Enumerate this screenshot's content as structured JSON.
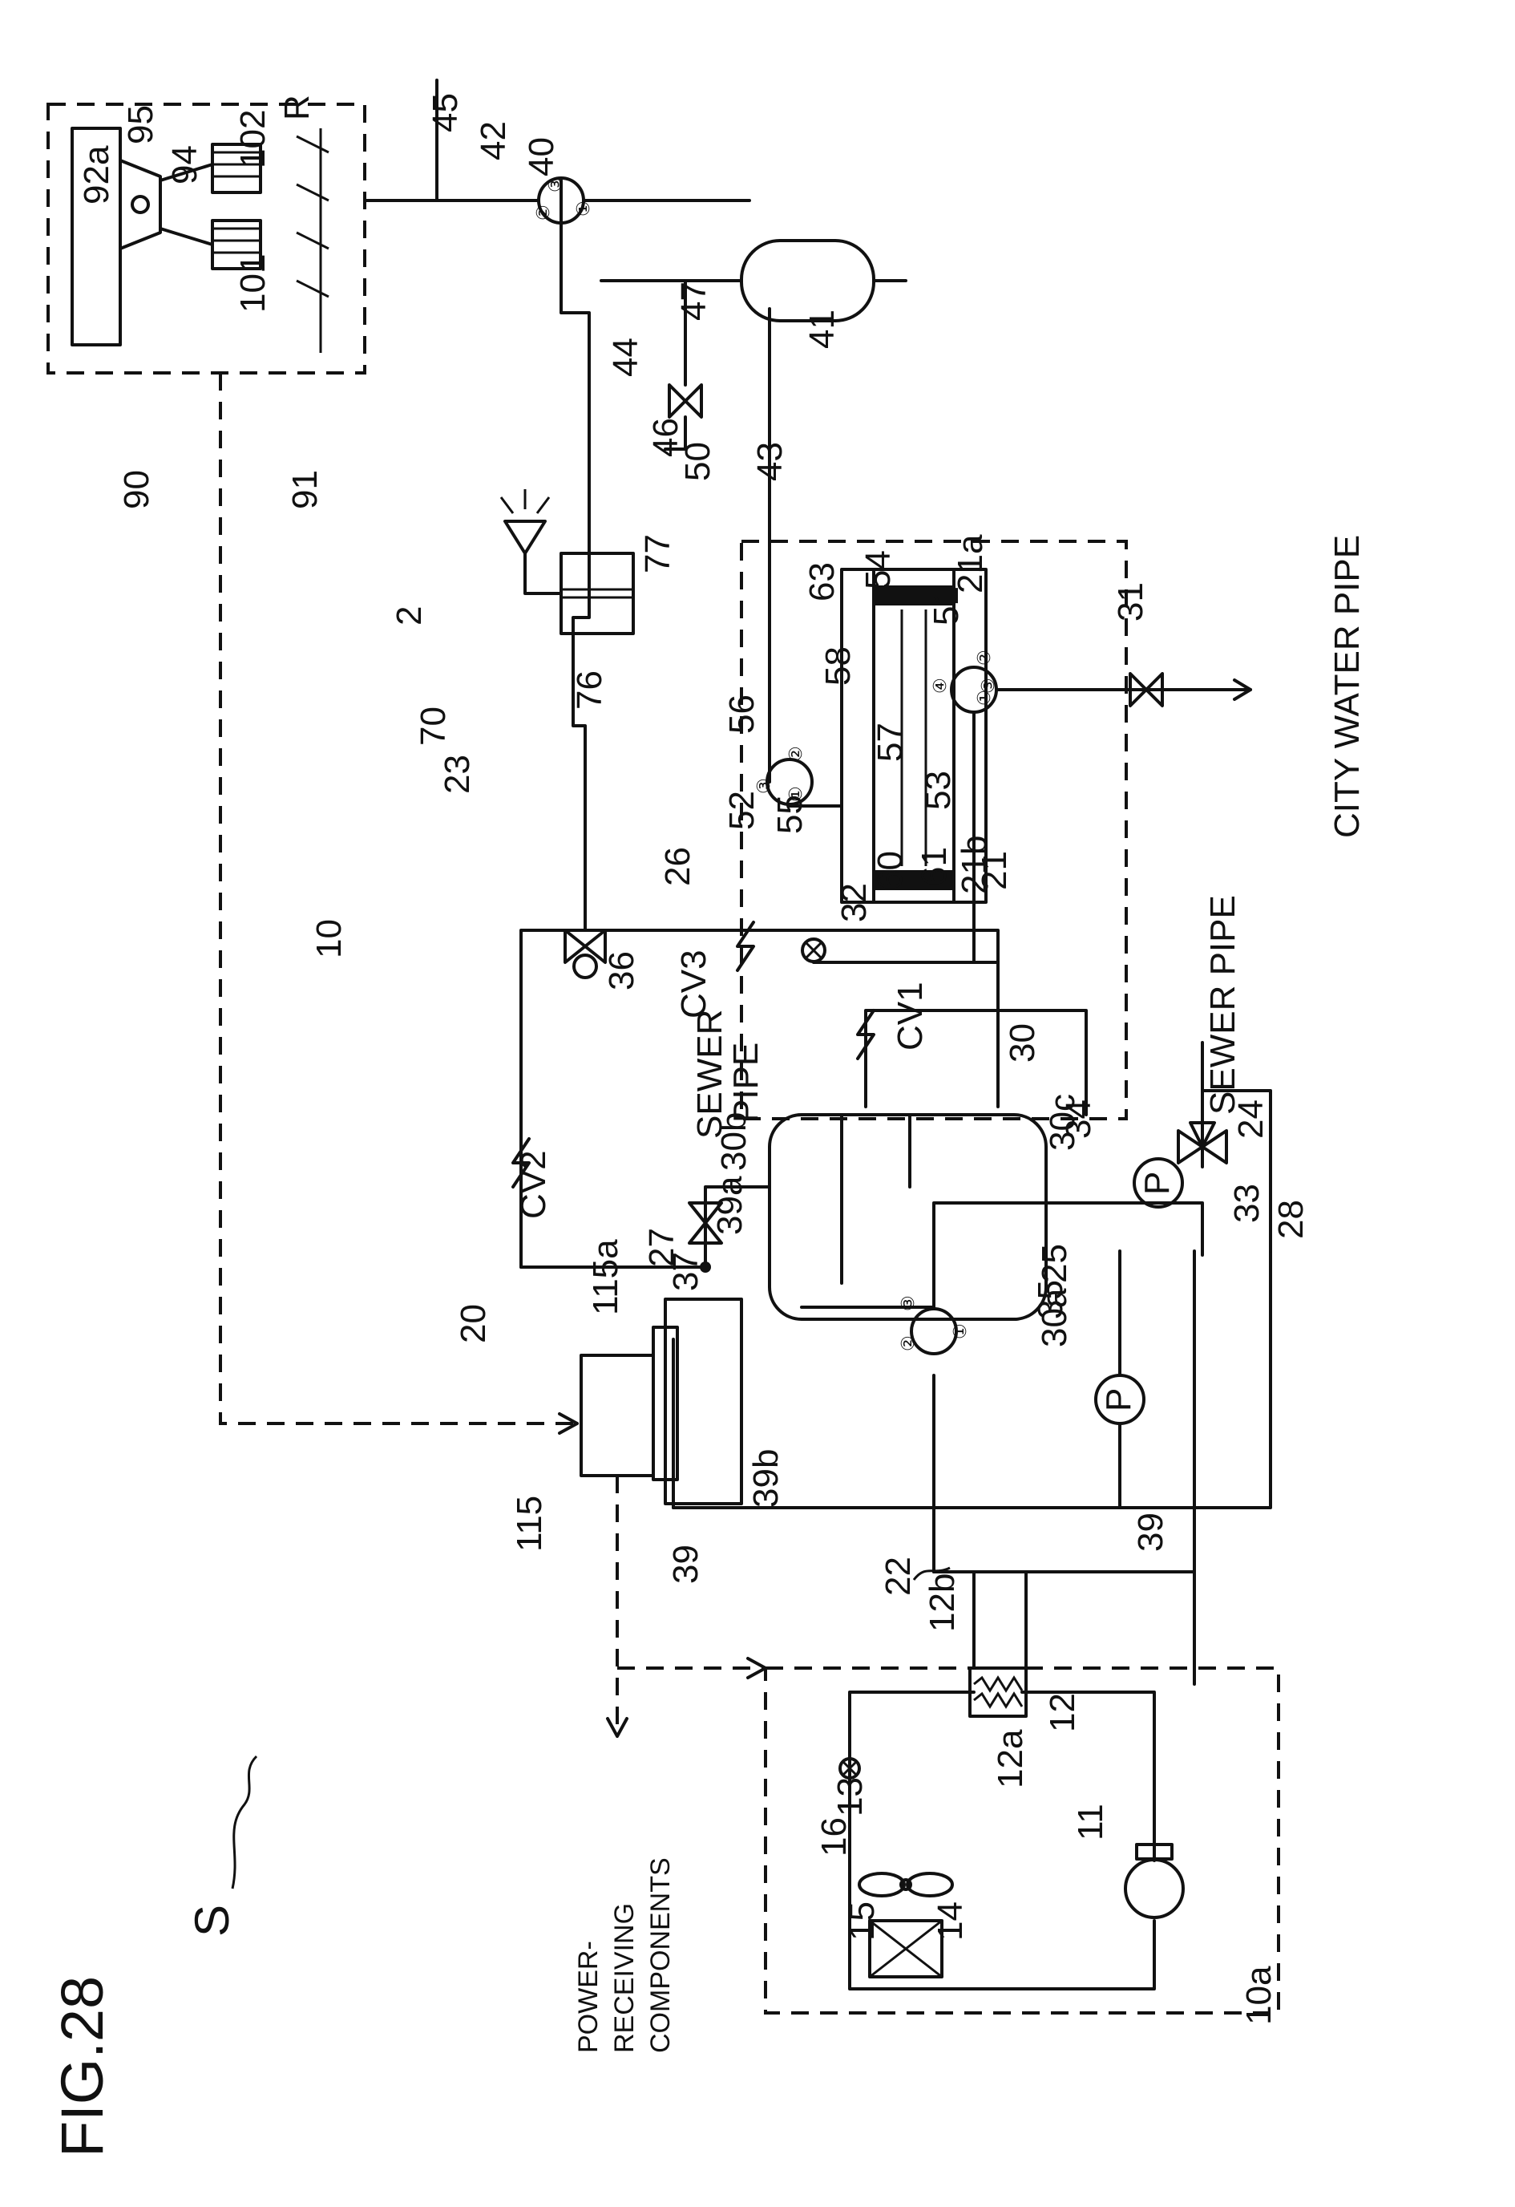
{
  "figure": {
    "title": "FIG.28",
    "system_label": "S"
  },
  "text_labels": {
    "city_water_pipe": "CITY WATER PIPE",
    "sewer_pipe_right": "SEWER PIPE",
    "sewer_pipe_top_1": "SEWER",
    "sewer_pipe_top_2": "PIPE",
    "power_1": "POWER-",
    "power_2": "RECEIVING",
    "power_3": "COMPONENTS"
  },
  "reference_numerals": {
    "n2": "2",
    "n10": "10",
    "n10a": "10a",
    "n11": "11",
    "n12": "12",
    "n12a": "12a",
    "n12b": "12b",
    "n13": "13",
    "n14": "14",
    "n15": "15",
    "n16": "16",
    "n20": "20",
    "n21": "21",
    "n21a": "21a",
    "n21b": "21b",
    "n22": "22",
    "n23": "23",
    "n24": "24",
    "n25": "25",
    "n26": "26",
    "n27": "27",
    "n28": "28",
    "n30": "30",
    "n30a": "30a",
    "n30b": "30b",
    "n30c": "30c",
    "n31": "31",
    "n32": "32",
    "n33": "33",
    "n34": "34",
    "n35": "35",
    "n36": "36",
    "n37": "37",
    "n39": "39",
    "n39a": "39a",
    "n39b": "39b",
    "n39c": "39",
    "n40": "40",
    "n41": "41",
    "n42": "42",
    "n43": "43",
    "n44": "44",
    "n45": "45",
    "n46": "46",
    "n47": "47",
    "n50": "50",
    "n51": "51",
    "n52": "52",
    "n53": "53",
    "n54": "54",
    "n55": "55",
    "n56": "56",
    "n57": "57",
    "n58": "58",
    "n60": "60",
    "n61": "61",
    "n63": "63",
    "n70": "70",
    "n76": "76",
    "n77": "77",
    "n90": "90",
    "n91": "91",
    "n92a": "92a",
    "n94": "94",
    "n95": "95",
    "n101": "101",
    "n102": "102",
    "nR": "R",
    "n115": "115",
    "n115a": "115a",
    "cv1": "CV1",
    "cv2": "CV2",
    "cv3": "CV3"
  },
  "port_marks": {
    "p1": "①",
    "p2": "②",
    "p3": "③",
    "p4": "④"
  },
  "pump_letter": "P"
}
